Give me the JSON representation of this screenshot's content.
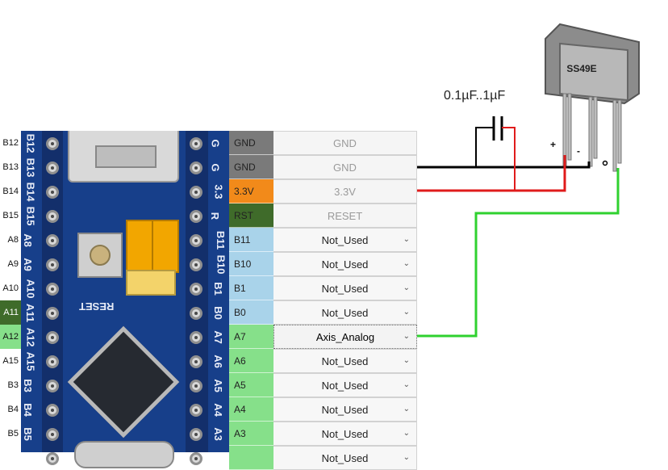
{
  "left_pins": [
    "B12",
    "B13",
    "B14",
    "B15",
    "A8",
    "A9",
    "A10",
    "A11",
    "A12",
    "A15",
    "B3",
    "B4",
    "B5"
  ],
  "board_silk_left": [
    "B12",
    "B13",
    "B14",
    "B15",
    "A8",
    "A9",
    "A10",
    "A11",
    "A12",
    "A15",
    "B3",
    "B4",
    "B5"
  ],
  "board_silk_right": [
    "G",
    "G",
    "3.3",
    "R",
    "B11",
    "B10",
    "B1",
    "B0",
    "A7",
    "A6",
    "A5",
    "A4",
    "A3"
  ],
  "board_reset_label": "RESET",
  "pin_table": [
    {
      "pin": "GND",
      "value": "GND",
      "kind": "fixed",
      "pin_color": "#7a7a7a"
    },
    {
      "pin": "GND",
      "value": "GND",
      "kind": "fixed",
      "pin_color": "#7a7a7a"
    },
    {
      "pin": "3.3V",
      "value": "3.3V",
      "kind": "fixed",
      "pin_color": "#f28a1a"
    },
    {
      "pin": "RST",
      "value": "RESET",
      "kind": "fixed",
      "pin_color": "#3f6b2a"
    },
    {
      "pin": "B11",
      "value": "Not_Used",
      "kind": "select",
      "pin_color": "#a9d3ea"
    },
    {
      "pin": "B10",
      "value": "Not_Used",
      "kind": "select",
      "pin_color": "#a9d3ea"
    },
    {
      "pin": "B1",
      "value": "Not_Used",
      "kind": "select",
      "pin_color": "#a9d3ea"
    },
    {
      "pin": "B0",
      "value": "Not_Used",
      "kind": "select",
      "pin_color": "#a9d3ea"
    },
    {
      "pin": "A7",
      "value": "Axis_Analog",
      "kind": "active",
      "pin_color": "#86e08a"
    },
    {
      "pin": "A6",
      "value": "Not_Used",
      "kind": "select",
      "pin_color": "#86e08a"
    },
    {
      "pin": "A5",
      "value": "Not_Used",
      "kind": "select",
      "pin_color": "#86e08a"
    },
    {
      "pin": "A4",
      "value": "Not_Used",
      "kind": "select",
      "pin_color": "#86e08a"
    },
    {
      "pin": "A3",
      "value": "Not_Used",
      "kind": "select",
      "pin_color": "#86e08a"
    },
    {
      "pin": "",
      "value": "Not_Used",
      "kind": "select",
      "pin_color": "#86e08a"
    }
  ],
  "left_pin_colors": {
    "A11": "#3f6b2a",
    "A12": "#86e08a"
  },
  "sensor": {
    "label": "SS49E",
    "plus": "+",
    "minus": "-",
    "out": "o"
  },
  "capacitor_label": "0.1µF..1µF",
  "colors": {
    "board": "#173f8a",
    "wire_gnd": "#000000",
    "wire_vcc": "#e01b1b",
    "wire_signal": "#2fd12f"
  },
  "icons": {
    "dropdown": "chevron-down-icon"
  }
}
